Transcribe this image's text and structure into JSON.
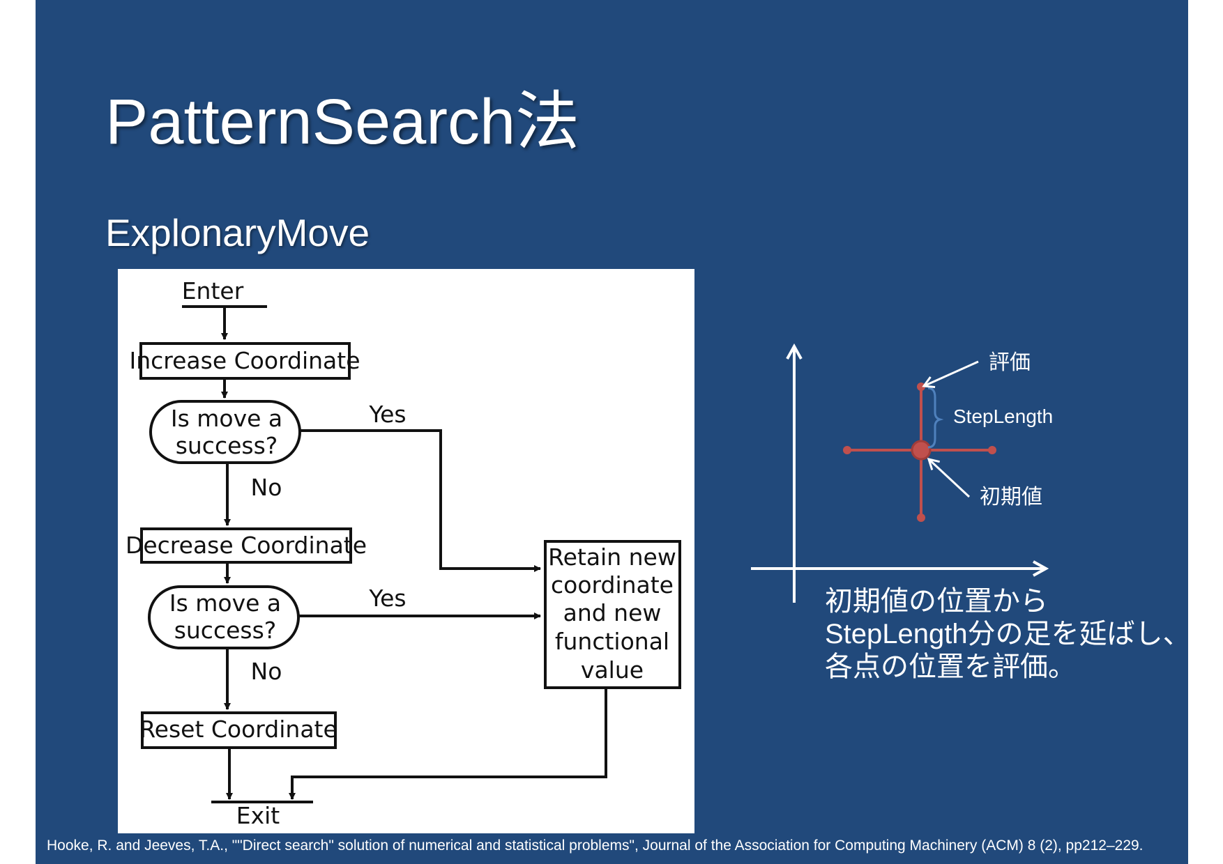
{
  "slide": {
    "title": "PatternSearch法",
    "subtitle": "ExplonaryMove",
    "colors": {
      "background": "#21497b",
      "text": "#ffffff",
      "grid_line": "#c0504d",
      "brace": "#4f81bd"
    }
  },
  "flowchart": {
    "enter": "Enter",
    "increase": "Increase Coordinate",
    "decision1": [
      "Is move a",
      "success?"
    ],
    "yes1": "Yes",
    "no1": "No",
    "decrease": "Decrease Coordinate",
    "decision2": [
      "Is move a",
      "success?"
    ],
    "yes2": "Yes",
    "no2": "No",
    "reset": "Reset Coordinate",
    "retain": [
      "Retain new",
      "coordinate",
      "and new",
      "functional",
      "value"
    ],
    "exit": "Exit"
  },
  "diagram": {
    "evaluation_label": "評価",
    "step_length_label": "StepLength",
    "initial_value_label": "初期値"
  },
  "caption": {
    "lines": [
      "初期値の位置から",
      "StepLength分の足を延ばし、",
      "各点の位置を評価。"
    ]
  },
  "citation": "Hooke, R. and Jeeves, T.A., \"\"Direct search\" solution of numerical and statistical problems\", Journal of the Association for Computing Machinery (ACM) 8 (2), pp212–229."
}
